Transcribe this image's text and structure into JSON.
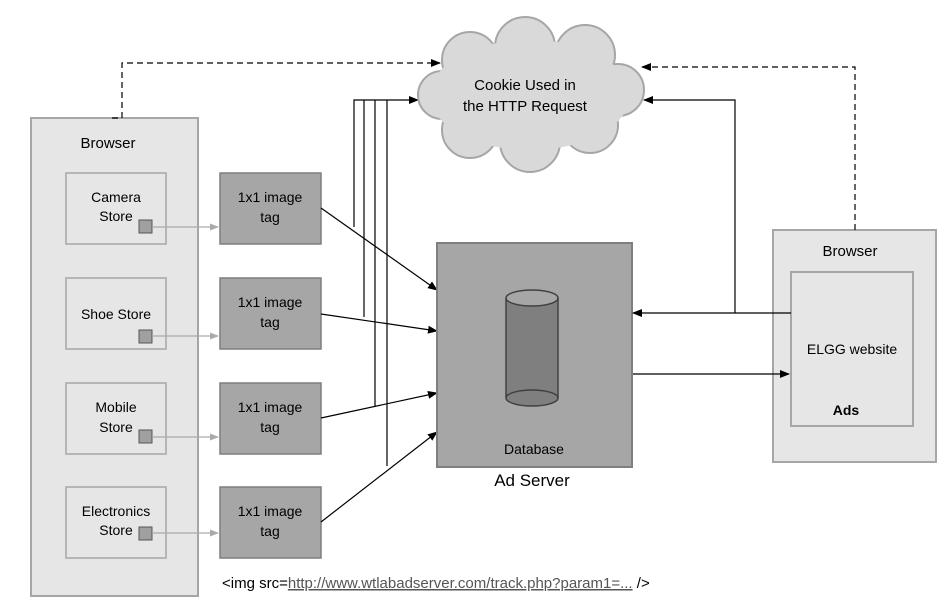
{
  "left_browser": {
    "title": "Browser",
    "stores": [
      {
        "line1": "Camera",
        "line2": "Store"
      },
      {
        "line1": "Shoe Store",
        "line2": ""
      },
      {
        "line1": "Mobile",
        "line2": "Store"
      },
      {
        "line1": "Electronics",
        "line2": "Store"
      }
    ]
  },
  "image_tag": {
    "line1": "1x1 image",
    "line2": "tag"
  },
  "cloud": {
    "line1": "Cookie Used in",
    "line2": "the HTTP Request"
  },
  "ad_server": {
    "database_label": "Database",
    "caption": "Ad Server"
  },
  "right_browser": {
    "title": "Browser",
    "site": "ELGG website",
    "ads": "Ads"
  },
  "footer": {
    "prefix": "<img src=",
    "url": "http://www.wtlabadserver.com/track.php?param1=...",
    "suffix": " />"
  }
}
